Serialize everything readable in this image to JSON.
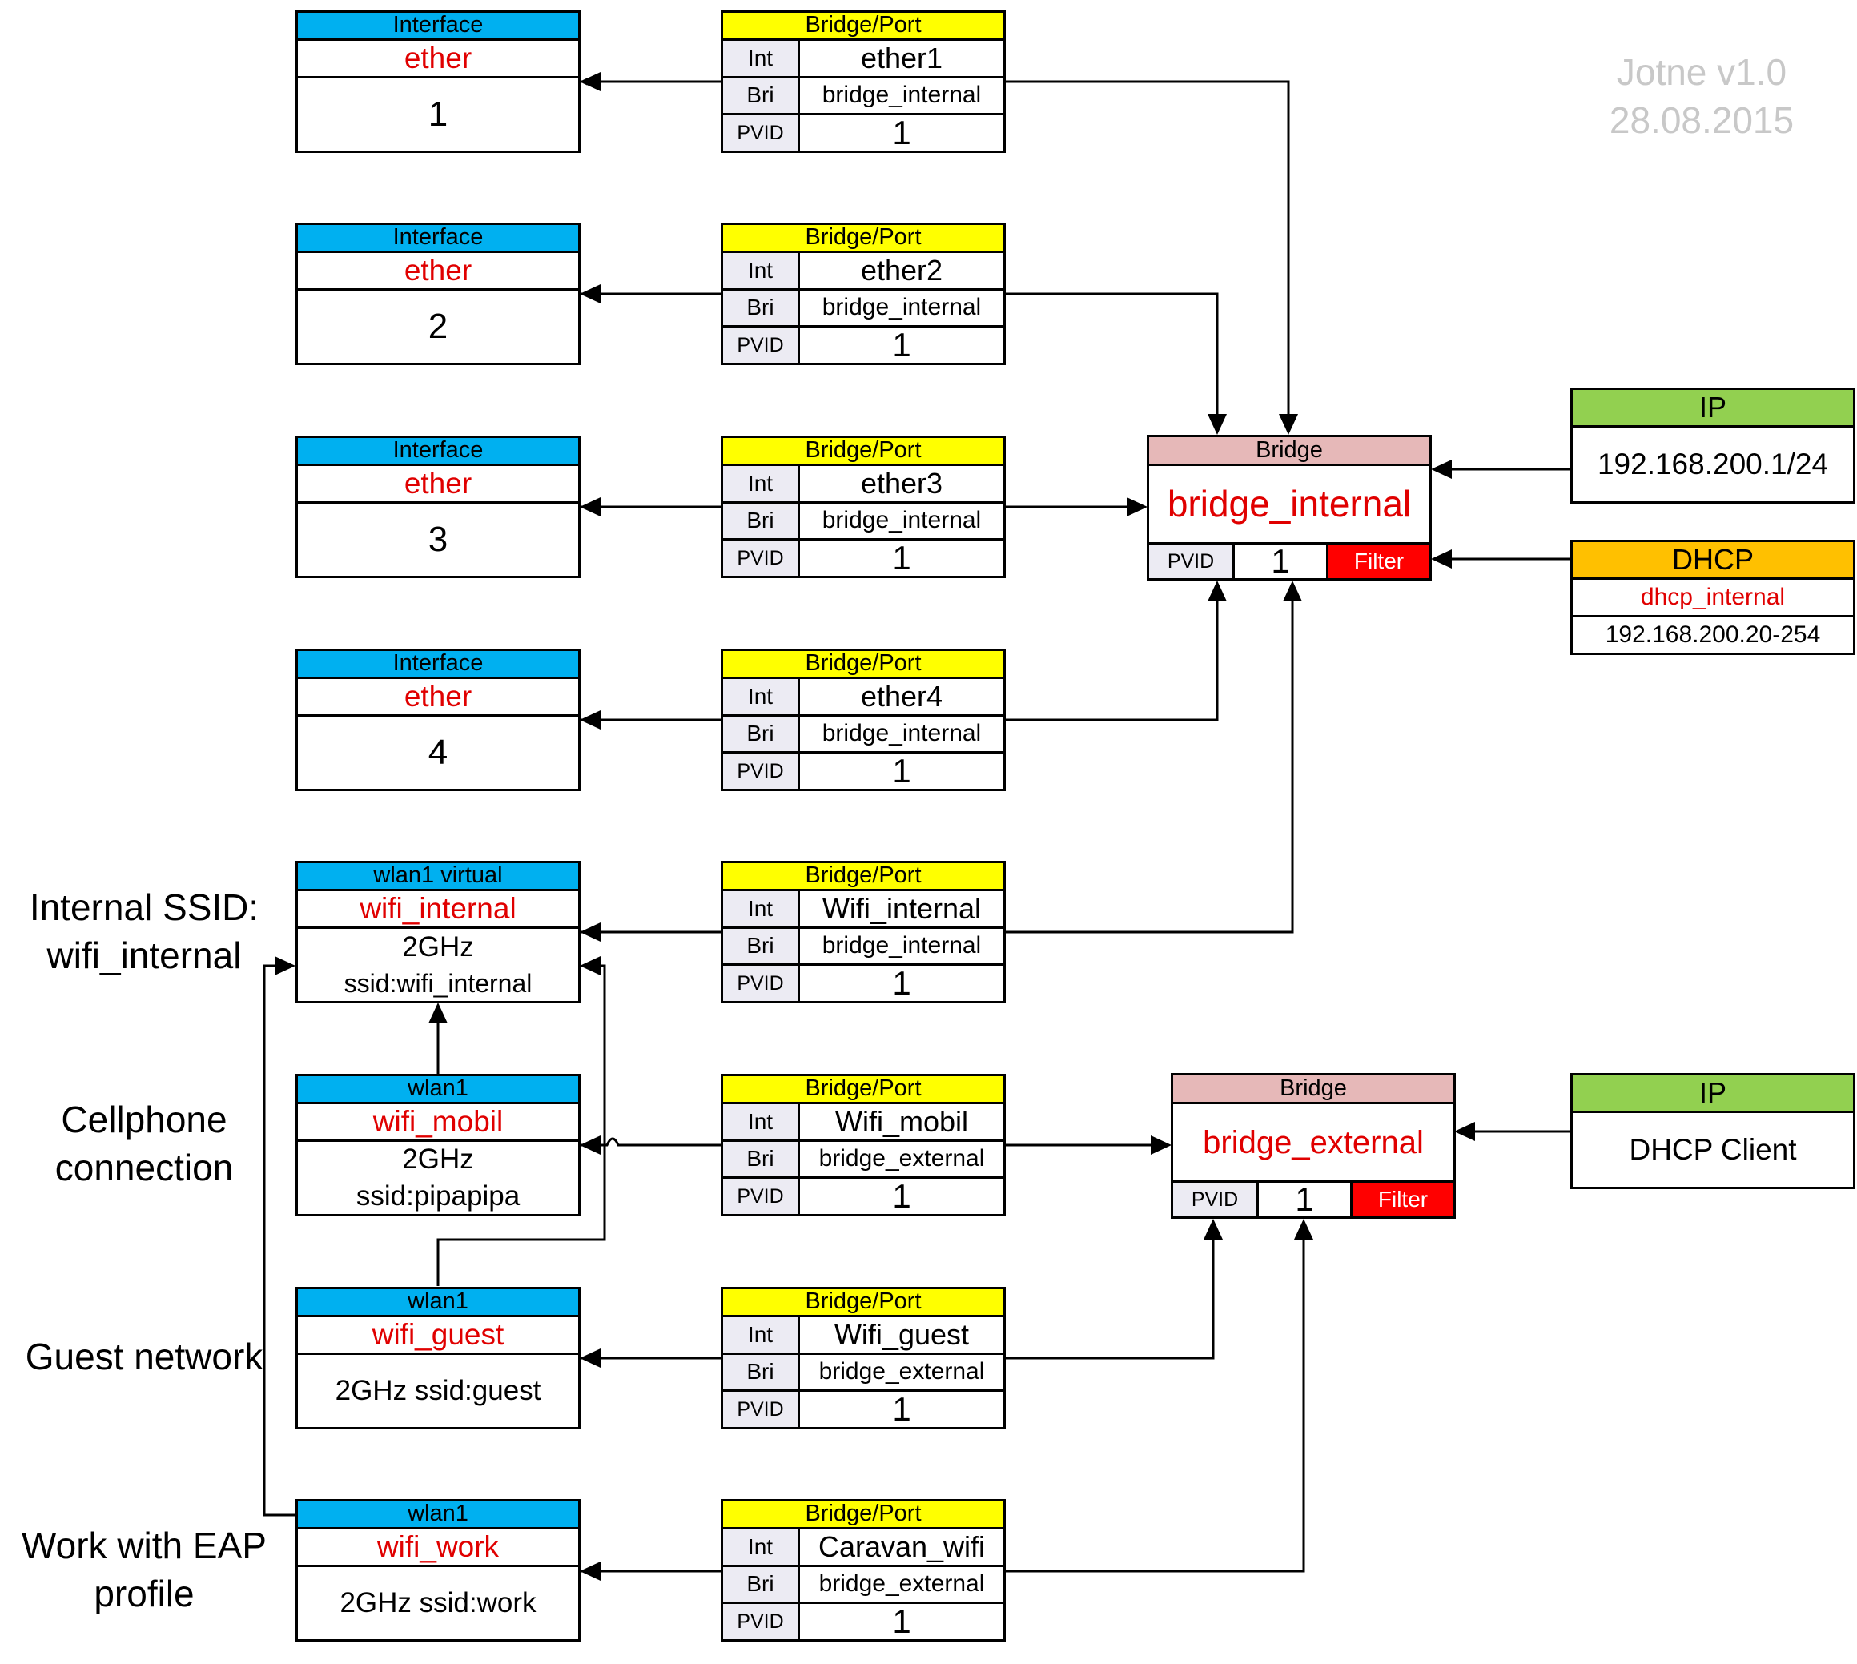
{
  "version": {
    "line1": "Jotne  v1.0",
    "line2": "28.08.2015"
  },
  "side_labels": {
    "internal_ssid": {
      "line1": "Internal SSID:",
      "line2": "wifi_internal"
    },
    "cellphone": {
      "line1": "Cellphone",
      "line2": "connection"
    },
    "guest": {
      "line1": "Guest network"
    },
    "work": {
      "line1": "Work with EAP",
      "line2": "profile"
    }
  },
  "interfaces": [
    {
      "header": "Interface",
      "name": "ether",
      "detail1": "1"
    },
    {
      "header": "Interface",
      "name": "ether",
      "detail1": "2"
    },
    {
      "header": "Interface",
      "name": "ether",
      "detail1": "3"
    },
    {
      "header": "Interface",
      "name": "ether",
      "detail1": "4"
    },
    {
      "header": "wlan1 virtual",
      "name": "wifi_internal",
      "detail1": "2GHz",
      "detail2": "ssid:wifi_internal"
    },
    {
      "header": "wlan1",
      "name": "wifi_mobil",
      "detail1": "2GHz",
      "detail2": "ssid:pipapipa"
    },
    {
      "header": "wlan1",
      "name": "wifi_guest",
      "detail1": "2GHz ssid:guest"
    },
    {
      "header": "wlan1",
      "name": "wifi_work",
      "detail1": "2GHz ssid:work"
    }
  ],
  "bridge_ports": [
    {
      "header": "Bridge/Port",
      "int_label": "Int",
      "bri_label": "Bri",
      "pvid_label": "PVID",
      "int": "ether1",
      "bri": "bridge_internal",
      "pvid": "1"
    },
    {
      "header": "Bridge/Port",
      "int_label": "Int",
      "bri_label": "Bri",
      "pvid_label": "PVID",
      "int": "ether2",
      "bri": "bridge_internal",
      "pvid": "1"
    },
    {
      "header": "Bridge/Port",
      "int_label": "Int",
      "bri_label": "Bri",
      "pvid_label": "PVID",
      "int": "ether3",
      "bri": "bridge_internal",
      "pvid": "1"
    },
    {
      "header": "Bridge/Port",
      "int_label": "Int",
      "bri_label": "Bri",
      "pvid_label": "PVID",
      "int": "ether4",
      "bri": "bridge_internal",
      "pvid": "1"
    },
    {
      "header": "Bridge/Port",
      "int_label": "Int",
      "bri_label": "Bri",
      "pvid_label": "PVID",
      "int": "Wifi_internal",
      "bri": "bridge_internal",
      "pvid": "1"
    },
    {
      "header": "Bridge/Port",
      "int_label": "Int",
      "bri_label": "Bri",
      "pvid_label": "PVID",
      "int": "Wifi_mobil",
      "bri": "bridge_external",
      "pvid": "1"
    },
    {
      "header": "Bridge/Port",
      "int_label": "Int",
      "bri_label": "Bri",
      "pvid_label": "PVID",
      "int": "Wifi_guest",
      "bri": "bridge_external",
      "pvid": "1"
    },
    {
      "header": "Bridge/Port",
      "int_label": "Int",
      "bri_label": "Bri",
      "pvid_label": "PVID",
      "int": "Caravan_wifi",
      "bri": "bridge_external",
      "pvid": "1"
    }
  ],
  "bridges": [
    {
      "header": "Bridge",
      "name": "bridge_internal",
      "pvid_label": "PVID",
      "pvid": "1",
      "filter": "Filter"
    },
    {
      "header": "Bridge",
      "name": "bridge_external",
      "pvid_label": "PVID",
      "pvid": "1",
      "filter": "Filter"
    }
  ],
  "ip_internal": {
    "header": "IP",
    "value": "192.168.200.1/24"
  },
  "dhcp": {
    "header": "DHCP",
    "name": "dhcp_internal",
    "range": "192.168.200.20-254"
  },
  "ip_external": {
    "header": "IP",
    "value": "DHCP Client"
  },
  "colors": {
    "interface_header": "#00b0f0",
    "bridge_port_header": "#ffff00",
    "bridge_header": "#e6b8b8",
    "ip_header": "#92d050",
    "dhcp_header": "#ffc000",
    "filter": "#ff0000",
    "name_text": "#e00000",
    "label_cell": "#ecebf3"
  }
}
